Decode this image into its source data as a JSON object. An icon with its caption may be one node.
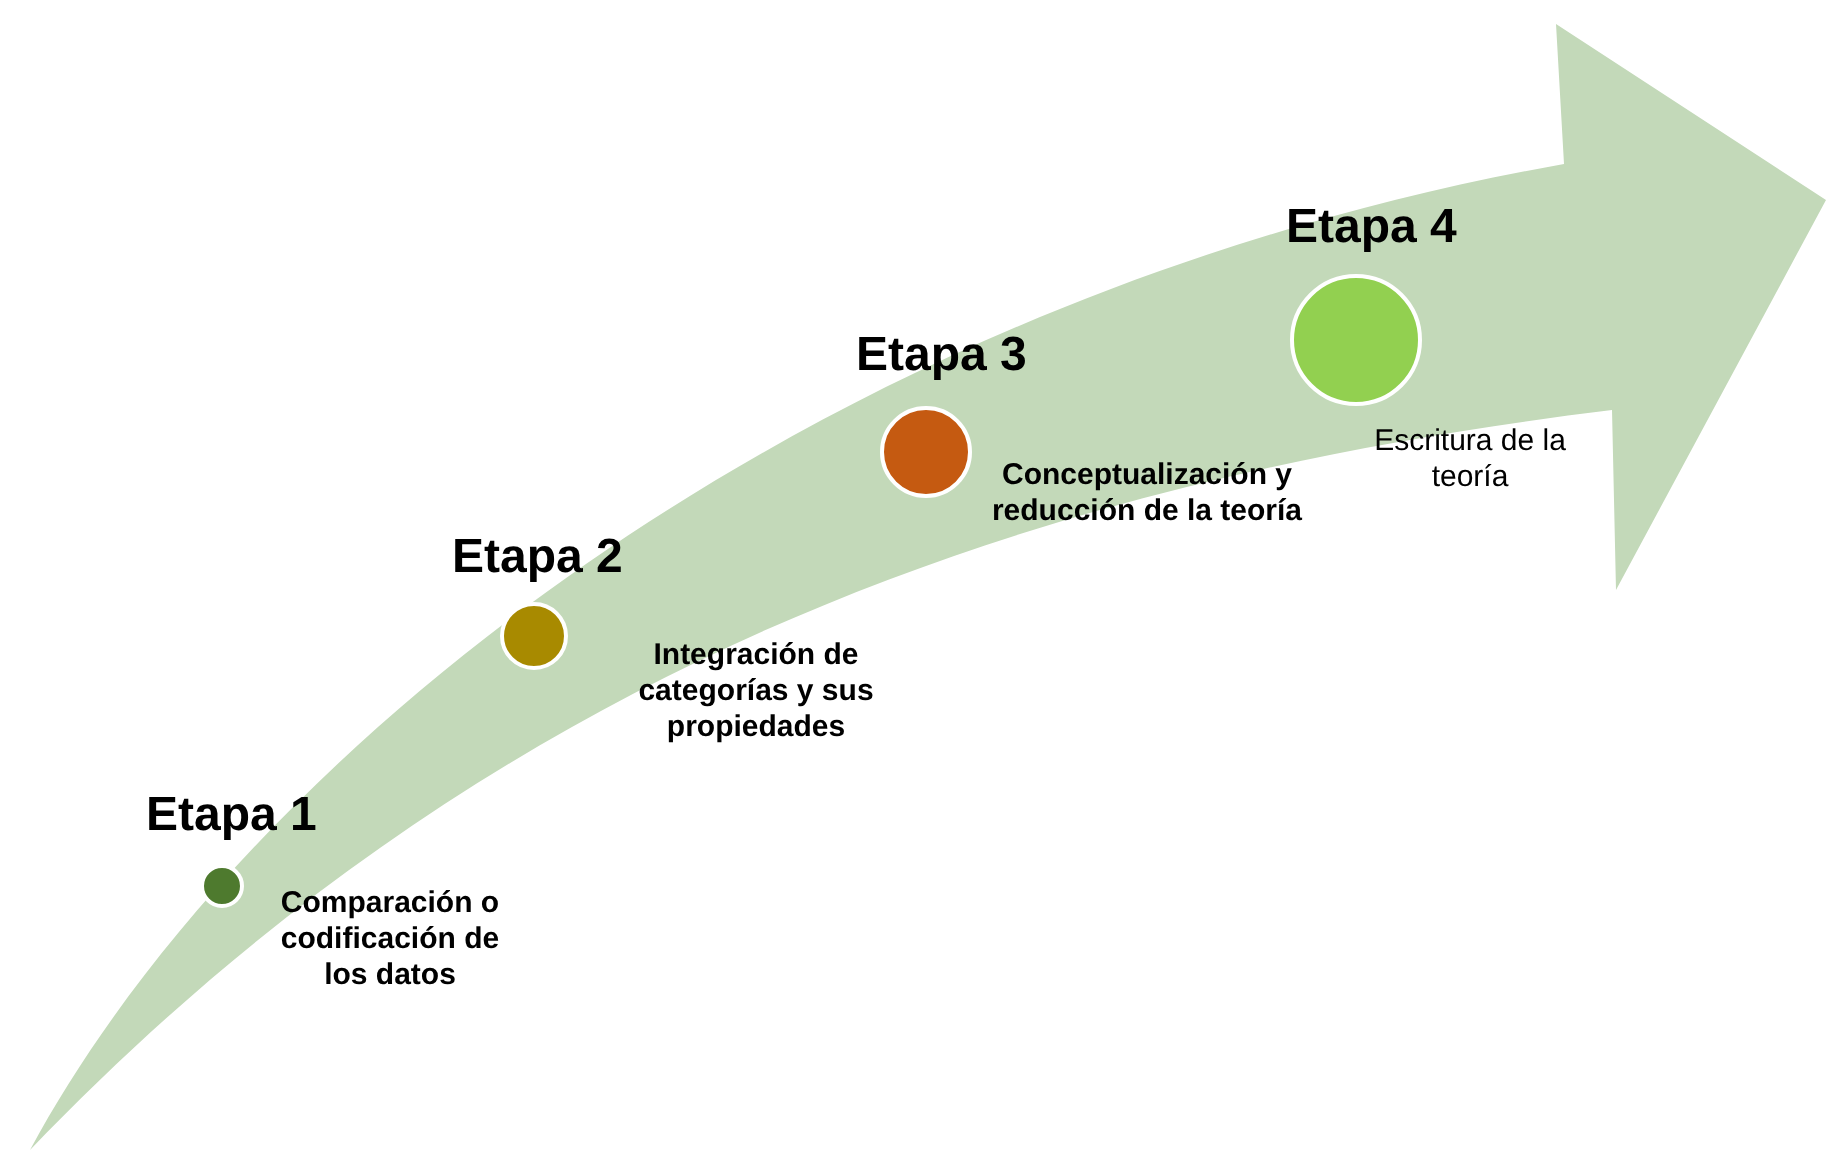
{
  "diagram": {
    "nodes": [
      {
        "text": [
          "Etapa 1",
          "Comparación o codificación de los datos"
        ]
      },
      {
        "text": [
          "Etapa 2",
          "Integración de categorías y sus propiedades"
        ]
      },
      {
        "text": [
          "Etapa 3",
          "Conceptualización y reducción de la teoría"
        ]
      },
      {
        "text": [
          "Etapa 4",
          "Escritura de la teoría"
        ]
      }
    ]
  }
}
